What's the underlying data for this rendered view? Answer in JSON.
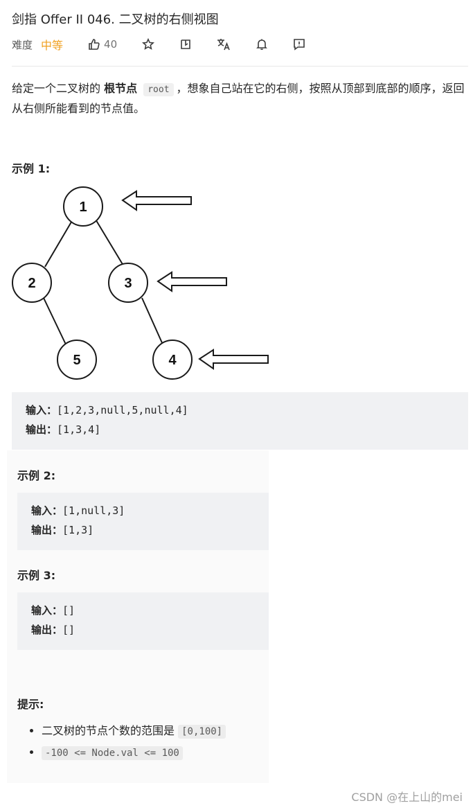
{
  "problem": {
    "title": "剑指 Offer II 046. 二叉树的右侧视图",
    "difficulty_label": "难度",
    "difficulty": "中等",
    "likes": "40"
  },
  "description": {
    "part1": "给定一个二叉树的",
    "bold": "根节点",
    "code": "root",
    "part2": "，想象自己站在它的右侧，按照从顶部到底部的顺序，返回从右侧所能看到的节点值。"
  },
  "examples": [
    {
      "title": "示例 1:",
      "input_label": "输入：",
      "input": "[1,2,3,null,5,null,4]",
      "output_label": "输出：",
      "output": "[1,3,4]"
    },
    {
      "title": "示例 2:",
      "input_label": "输入：",
      "input": "[1,null,3]",
      "output_label": "输出：",
      "output": "[1,3]"
    },
    {
      "title": "示例 3:",
      "input_label": "输入：",
      "input": "[]",
      "output_label": "输出：",
      "output": "[]"
    }
  ],
  "tree": {
    "nodes": [
      "1",
      "2",
      "3",
      "5",
      "4"
    ]
  },
  "tips": {
    "title": "提示:",
    "item1_text": "二叉树的节点个数的范围是",
    "item1_code": "[0,100]",
    "item2_code": "-100  <= Node.val <= 100"
  },
  "watermark": "CSDN @在上山的mei"
}
